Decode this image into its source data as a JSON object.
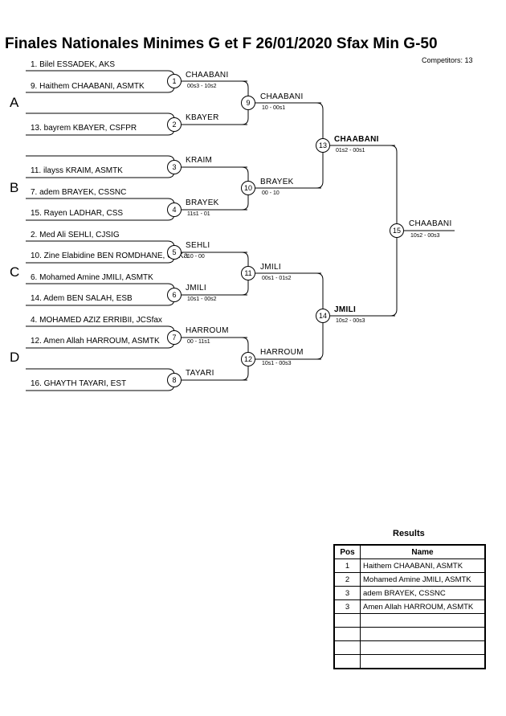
{
  "title": "Finales Nationales Minimes G et F  26/01/2020  Sfax   Min G-50",
  "competitors": "Competitors: 13",
  "pools": [
    "A",
    "B",
    "C",
    "D"
  ],
  "players": [
    "1. Bilel ESSADEK, AKS",
    "9. Haithem CHAABANI, ASMTK",
    "13. bayrem KBAYER, CSFPR",
    "11. ilayss KRAIM, ASMTK",
    "7. adem BRAYEK, CSSNC",
    "15. Rayen LADHAR, CSS",
    "2. Med Ali SEHLI, CJSIG",
    "10. Zine Elabidine BEN ROMDHANE, CSKa",
    "6. Mohamed Amine JMILI, ASMTK",
    "14. Adem BEN SALAH, ESB",
    "4. MOHAMED AZIZ ERRIBII, JCSfax",
    "12. Amen Allah HARROUM, ASMTK",
    "16. GHAYTH TAYARI, EST"
  ],
  "matches": [
    {
      "num": "1",
      "winner": "CHAABANI",
      "score": "00s3 - 10s2"
    },
    {
      "num": "2",
      "winner": "KBAYER",
      "score": ""
    },
    {
      "num": "3",
      "winner": "KRAIM",
      "score": ""
    },
    {
      "num": "4",
      "winner": "BRAYEK",
      "score": "11s1 - 01"
    },
    {
      "num": "5",
      "winner": "SEHLI",
      "score": "10 - 00"
    },
    {
      "num": "6",
      "winner": "JMILI",
      "score": "10s1 - 00s2"
    },
    {
      "num": "7",
      "winner": "HARROUM",
      "score": "00 - 11s1"
    },
    {
      "num": "8",
      "winner": "TAYARI",
      "score": ""
    },
    {
      "num": "9",
      "winner": "CHAABANI",
      "score": "10 - 00s1"
    },
    {
      "num": "10",
      "winner": "BRAYEK",
      "score": "00 - 10"
    },
    {
      "num": "11",
      "winner": "JMILI",
      "score": "00s1 - 01s2"
    },
    {
      "num": "12",
      "winner": "HARROUM",
      "score": "10s1 - 00s3"
    },
    {
      "num": "13",
      "winner": "CHAABANI",
      "score": "01s2 - 00s1"
    },
    {
      "num": "14",
      "winner": "JMILI",
      "score": "10s2 - 00s3"
    },
    {
      "num": "15",
      "winner": "CHAABANI",
      "score": "10s2 - 00s3"
    }
  ],
  "results": {
    "title": "Results",
    "headers": [
      "Pos",
      "Name"
    ],
    "rows": [
      {
        "pos": "1",
        "name": "Haithem CHAABANI, ASMTK"
      },
      {
        "pos": "2",
        "name": "Mohamed Amine JMILI, ASMTK"
      },
      {
        "pos": "3",
        "name": "adem BRAYEK, CSSNC"
      },
      {
        "pos": "3",
        "name": "Amen Allah HARROUM, ASMTK"
      },
      {
        "pos": "",
        "name": ""
      },
      {
        "pos": "",
        "name": ""
      },
      {
        "pos": "",
        "name": ""
      },
      {
        "pos": "",
        "name": ""
      }
    ]
  }
}
